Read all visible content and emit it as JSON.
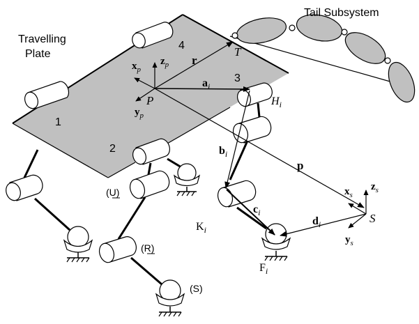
{
  "labels": {
    "tail_subsystem": "Tail Subsystem",
    "travelling": "Travelling",
    "plate": "Plate",
    "leg_1": "1",
    "leg_2": "2",
    "leg_3": "3",
    "leg_4": "4",
    "joint_u": "(U)",
    "joint_r": "(R)",
    "joint_s": "(S)"
  },
  "vectors": {
    "r": "r",
    "p": "p",
    "a": "a",
    "a_sub": "i",
    "b": "b",
    "b_sub": "i",
    "c": "c",
    "c_sub": "i",
    "d": "d",
    "d_sub": "i"
  },
  "points": {
    "T": "T",
    "P": "P",
    "H": "H",
    "H_sub": "i",
    "K": "K",
    "K_sub": "i",
    "F": "F",
    "F_sub": "i",
    "S": "S"
  },
  "frames": {
    "xp": "x",
    "xp_sub": "p",
    "yp": "y",
    "yp_sub": "p",
    "zp": "z",
    "zp_sub": "p",
    "xs": "x",
    "xs_sub": "s",
    "ys": "y",
    "ys_sub": "s",
    "zs": "z",
    "zs_sub": "s"
  },
  "colors": {
    "plate_fill": "#c0c0c0",
    "stroke": "#000000",
    "background": "#ffffff"
  }
}
